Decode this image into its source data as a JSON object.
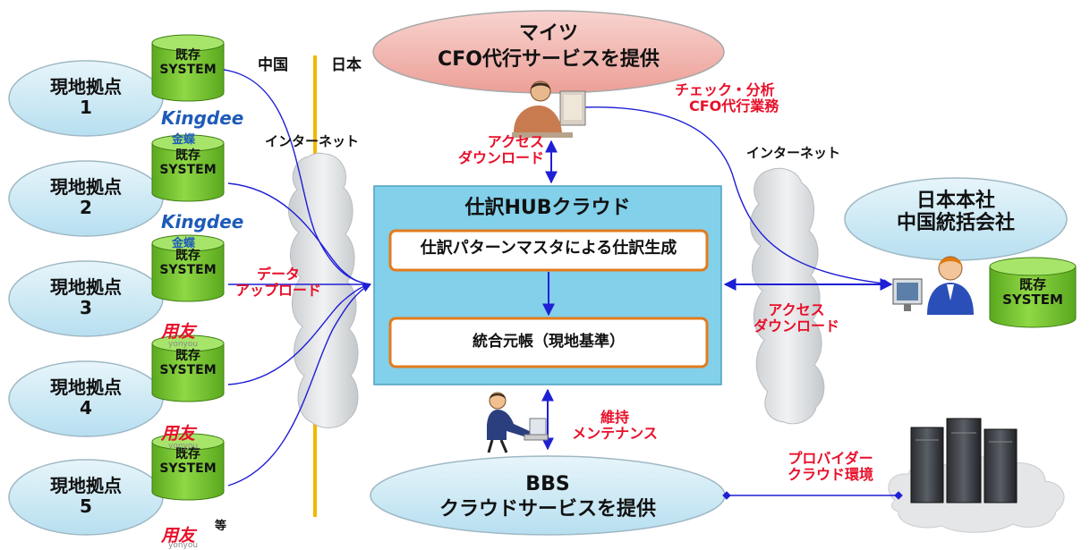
{
  "border_labels": {
    "china": "中国",
    "japan": "日本"
  },
  "sites": [
    {
      "label": "現地拠点\n1",
      "system": "既存\nSYSTEM",
      "logo": "kingdee"
    },
    {
      "label": "現地拠点\n2",
      "system": "既存\nSYSTEM",
      "logo": "kingdee"
    },
    {
      "label": "現地拠点\n3",
      "system": "既存\nSYSTEM",
      "logo": "yonyou"
    },
    {
      "label": "現地拠点\n4",
      "system": "既存\nSYSTEM",
      "logo": "yonyou"
    },
    {
      "label": "現地拠点\n5",
      "system": "既存\nSYSTEM",
      "logo": "yonyou"
    }
  ],
  "logos": {
    "kingdee": "Kingdee",
    "kingdee_cn": "金蝶",
    "yonyou": "用友",
    "yonyou_en": "yonyou",
    "etc": "等"
  },
  "internet_left": "インターネット",
  "internet_right": "インターネット",
  "upload_label": "データ\nアップロード",
  "maitsu": {
    "title": "マイツ\nCFO代行サービスを提供"
  },
  "check_label": "チェック・分析\n　CFO代行業務",
  "access_top": "アクセス\nダウンロード",
  "hub": {
    "title": "仕訳HUBクラウド",
    "box1": "仕訳パターンマスタによる仕訳生成",
    "box2": "統合元帳（現地基準）"
  },
  "access_right": "アクセス\nダウンロード",
  "hq": {
    "title": "日本本社\n中国統括会社",
    "system": "既存\nSYSTEM"
  },
  "maintenance_label": "維持\nメンテナンス",
  "bbs": {
    "title": "BBS\nクラウドサービスを提供"
  },
  "provider_label": "プロバイダー\nクラウド環境",
  "colors": {
    "ellipse_fill": "#cfe9f3",
    "hub_fill": "#7ecfea",
    "box_border": "#e27b1d",
    "db_fill": "#7ec92f",
    "arrow": "#1f1fd6",
    "label_red": "#e8102a",
    "border_line": "#f2b800",
    "maitsu_fill": "#f2b9b3"
  }
}
